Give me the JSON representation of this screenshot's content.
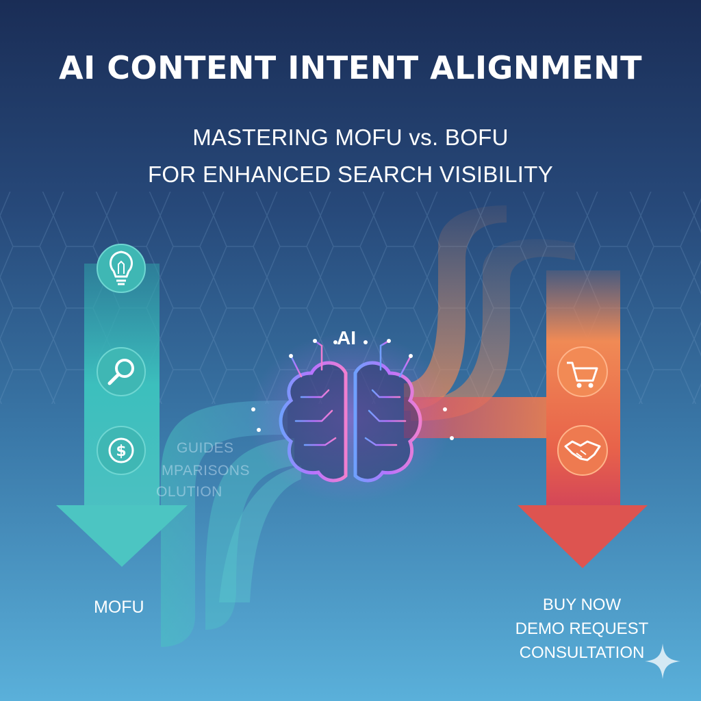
{
  "header": {
    "title": "AI CONTENT INTENT ALIGNMENT",
    "subtitle_line1": "MASTERING MOFU vs. BOFU",
    "subtitle_line2": "FOR ENHANCED SEARCH VISIBILITY"
  },
  "center": {
    "label": "AI",
    "icon": "brain-circuit-icon"
  },
  "mofu": {
    "label": "MOFU",
    "icons": [
      "lightbulb-icon",
      "search-icon",
      "dollar-icon"
    ],
    "faded_items": [
      "GUIDES",
      "MPARISONS",
      "OLUTION"
    ]
  },
  "bofu": {
    "icons": [
      "shopping-cart-icon",
      "handshake-icon"
    ],
    "items": [
      "BUY NOW",
      "DEMO REQUEST",
      "CONSULTATION"
    ]
  },
  "colors": {
    "mofu_teal": "#3ec0c0",
    "bofu_orange": "#f0824a",
    "bofu_red": "#d64a55",
    "brain_purple": "#8a4fd0"
  },
  "decor": {
    "corner_icon": "sparkle-icon"
  }
}
